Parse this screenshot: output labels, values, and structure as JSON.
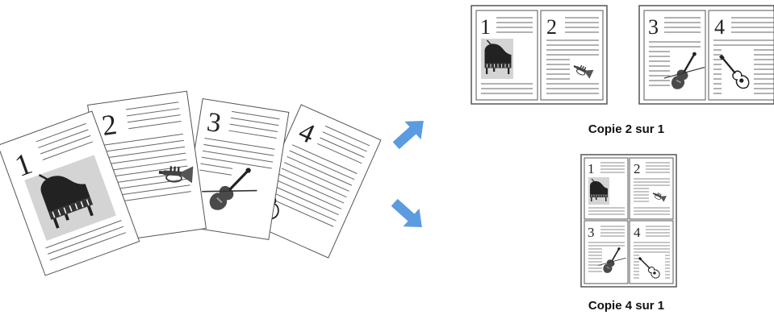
{
  "source_pages": [
    {
      "number": "1",
      "icon": "piano-icon"
    },
    {
      "number": "2",
      "icon": "trumpet-icon"
    },
    {
      "number": "3",
      "icon": "violin-icon"
    },
    {
      "number": "4",
      "icon": "guitar-icon"
    }
  ],
  "arrows": [
    {
      "name": "arrow-up-right-icon",
      "color": "#5b9be0"
    },
    {
      "name": "arrow-down-right-icon",
      "color": "#5b9be0"
    }
  ],
  "layout_2up": {
    "caption": "Copie 2 sur 1",
    "sheet1": [
      "1",
      "2"
    ],
    "sheet2": [
      "3",
      "4"
    ]
  },
  "layout_4up": {
    "caption": "Copie 4 sur 1",
    "pages": [
      "1",
      "2",
      "3",
      "4"
    ]
  },
  "colors": {
    "line": "#555555",
    "page_fill": "#ffffff",
    "highlight": "#d4d4d4",
    "arrow": "#5b9be0"
  }
}
